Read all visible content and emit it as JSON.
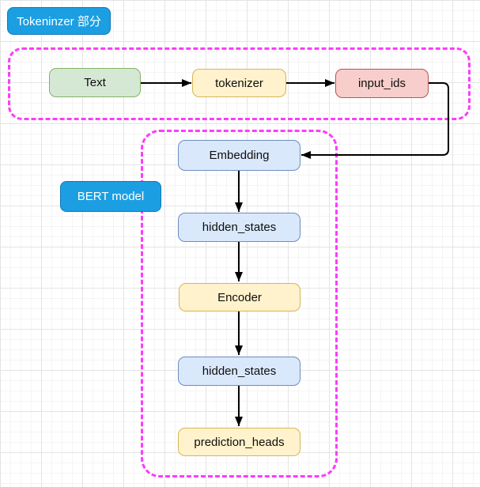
{
  "diagram": {
    "tags": {
      "tokenizer_section": "Tokeninzer 部分",
      "bert_model": "BERT model"
    },
    "nodes": {
      "text": "Text",
      "tokenizer": "tokenizer",
      "input_ids": "input_ids",
      "embedding": "Embedding",
      "hidden_states_1": "hidden_states",
      "encoder": "Encoder",
      "hidden_states_2": "hidden_states",
      "prediction_heads": "prediction_heads"
    },
    "edges": [
      {
        "from": "Text",
        "to": "tokenizer"
      },
      {
        "from": "tokenizer",
        "to": "input_ids"
      },
      {
        "from": "input_ids",
        "to": "Embedding"
      },
      {
        "from": "Embedding",
        "to": "hidden_states"
      },
      {
        "from": "hidden_states",
        "to": "Encoder"
      },
      {
        "from": "Encoder",
        "to": "hidden_states"
      },
      {
        "from": "hidden_states",
        "to": "prediction_heads"
      }
    ],
    "colors": {
      "tag_fill": "#1b9fe2",
      "tag_border": "#1277b8",
      "tag_text": "#ffffff",
      "container_dash": "#fb3dfb",
      "node_green_fill": "#d5e8d4",
      "node_green_border": "#82b366",
      "node_yellow_fill": "#fff2cc",
      "node_yellow_border": "#d6b656",
      "node_red_fill": "#f8cecc",
      "node_red_border": "#b85450",
      "node_blue_fill": "#dae8fc",
      "node_blue_border": "#6c8ebf",
      "edge_stroke": "#000000"
    }
  }
}
